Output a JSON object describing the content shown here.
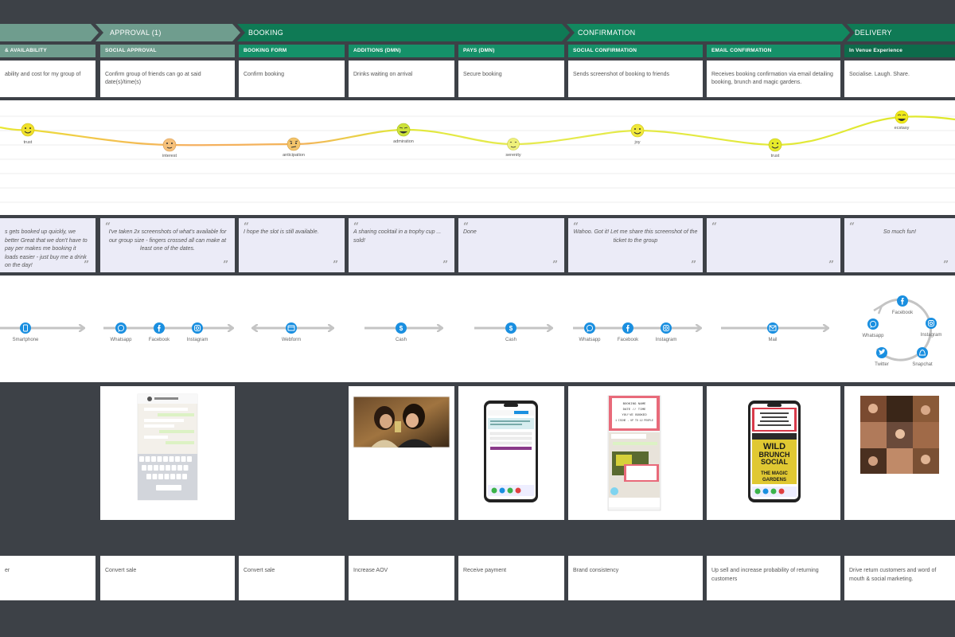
{
  "colors": {
    "background": "#3d4147",
    "phase_dark": "#0f7a55",
    "phase_light": "#6f9d8e",
    "header_green": "#159169",
    "header_dark": "#0d6b4b",
    "quote_bg": "#ebebf7",
    "channel_blue": "#1a8fe0",
    "arrow_gray": "#c4c4c4"
  },
  "phases": [
    {
      "label": "APPROVAL (1)"
    },
    {
      "label": "BOOKING"
    },
    {
      "label": "CONFIRMATION"
    },
    {
      "label": "DELIVERY"
    }
  ],
  "columns": [
    {
      "header": "& AVAILABILITY",
      "goal": "ability and cost for my group of",
      "quote": "s gets booked up quickly, we better Great that we don't have to pay per makes me booking it loads easier - just buy me a drink on the day!",
      "outcome": "er"
    },
    {
      "header": "SOCIAL APPROVAL",
      "goal": "Confirm group of friends can go at said date(s)/time(s)",
      "quote": "I've taken 2x screenshots of what's available for our group size  - fingers crossed all can make at least one of the dates.",
      "outcome": "Convert sale"
    },
    {
      "header": "BOOKING FORM",
      "goal": "Confirm booking",
      "quote": "I hope the slot is still available.",
      "outcome": "Convert sale"
    },
    {
      "header": "ADDITIONS (DMN)",
      "goal": "Drinks waiting on arrival",
      "quote": "A sharing cocktail in a trophy cup ... sold!",
      "outcome": "Increase AOV"
    },
    {
      "header": "PAYS (DMN)",
      "goal": "Secure booking",
      "quote": "Done",
      "outcome": "Receive payment"
    },
    {
      "header": "SOCIAL CONFIRMATION",
      "goal": "Sends screenshot of booking to friends",
      "quote": "Wahoo. Got it! Let me share this screenshot of the ticket to the group",
      "outcome": "Brand consistency"
    },
    {
      "header": "EMAIL CONFIRMATION",
      "goal": "Receives booking confirmation via email detailing booking, brunch and magic gardens.",
      "quote": "",
      "outcome": "Up sell and increase probability of returning customers"
    },
    {
      "header": "In Venue Experience",
      "goal": "Socialise. Laugh. Share.",
      "quote": "So much fun!",
      "outcome": "Drive return customers and word of mouth & social marketing."
    }
  ],
  "emotions": [
    {
      "label": "trust"
    },
    {
      "label": "interest"
    },
    {
      "label": "anticipation"
    },
    {
      "label": "admiration"
    },
    {
      "label": "serenity"
    },
    {
      "label": "joy"
    },
    {
      "label": "trust"
    },
    {
      "label": "ecstasy"
    }
  ],
  "channels": {
    "smartphone": "Smartphone",
    "whatsapp": "Whatsapp",
    "facebook": "Facebook",
    "instagram": "Instagram",
    "webform": "Webform",
    "cash": "Cash",
    "mail": "Mail",
    "snapchat": "Snapchat",
    "twitter": "Twitter"
  },
  "ticket": {
    "line1": "BOOKING NAME",
    "line2": "DATE // TIME",
    "line3": "YOU'VE BOOKED",
    "line4": "1 ISCHE - UP TO 12 PEOPLE"
  },
  "poster": {
    "title1": "WILD",
    "title2": "BRUNCH",
    "title3": "SOCIAL",
    "title4": "THE MAGIC",
    "title5": "GARDENS"
  }
}
